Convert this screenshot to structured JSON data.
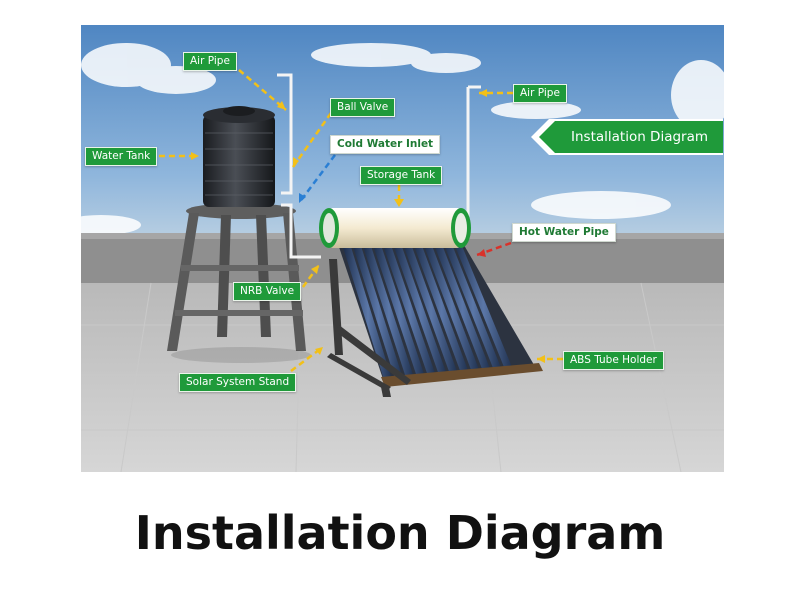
{
  "caption": "Installation Diagram",
  "banner": {
    "text": "Installation Diagram"
  },
  "labels": {
    "air_pipe_left": "Air Pipe",
    "ball_valve": "Ball Valve",
    "water_tank": "Water Tank",
    "cold_water_inlet": "Cold Water Inlet",
    "storage_tank": "Storage Tank",
    "air_pipe_right": "Air Pipe",
    "hot_water_pipe": "Hot Water Pipe",
    "nrb_valve": "NRB Valve",
    "abs_tube_holder": "ABS Tube Holder",
    "solar_system_stand": "Solar System Stand"
  },
  "colors": {
    "label_bg": "#1f9a3a",
    "arrow_yellow": "#f2c018",
    "arrow_blue": "#2a7fd4",
    "arrow_red": "#d8322a",
    "sky": "#5b8fc6"
  }
}
